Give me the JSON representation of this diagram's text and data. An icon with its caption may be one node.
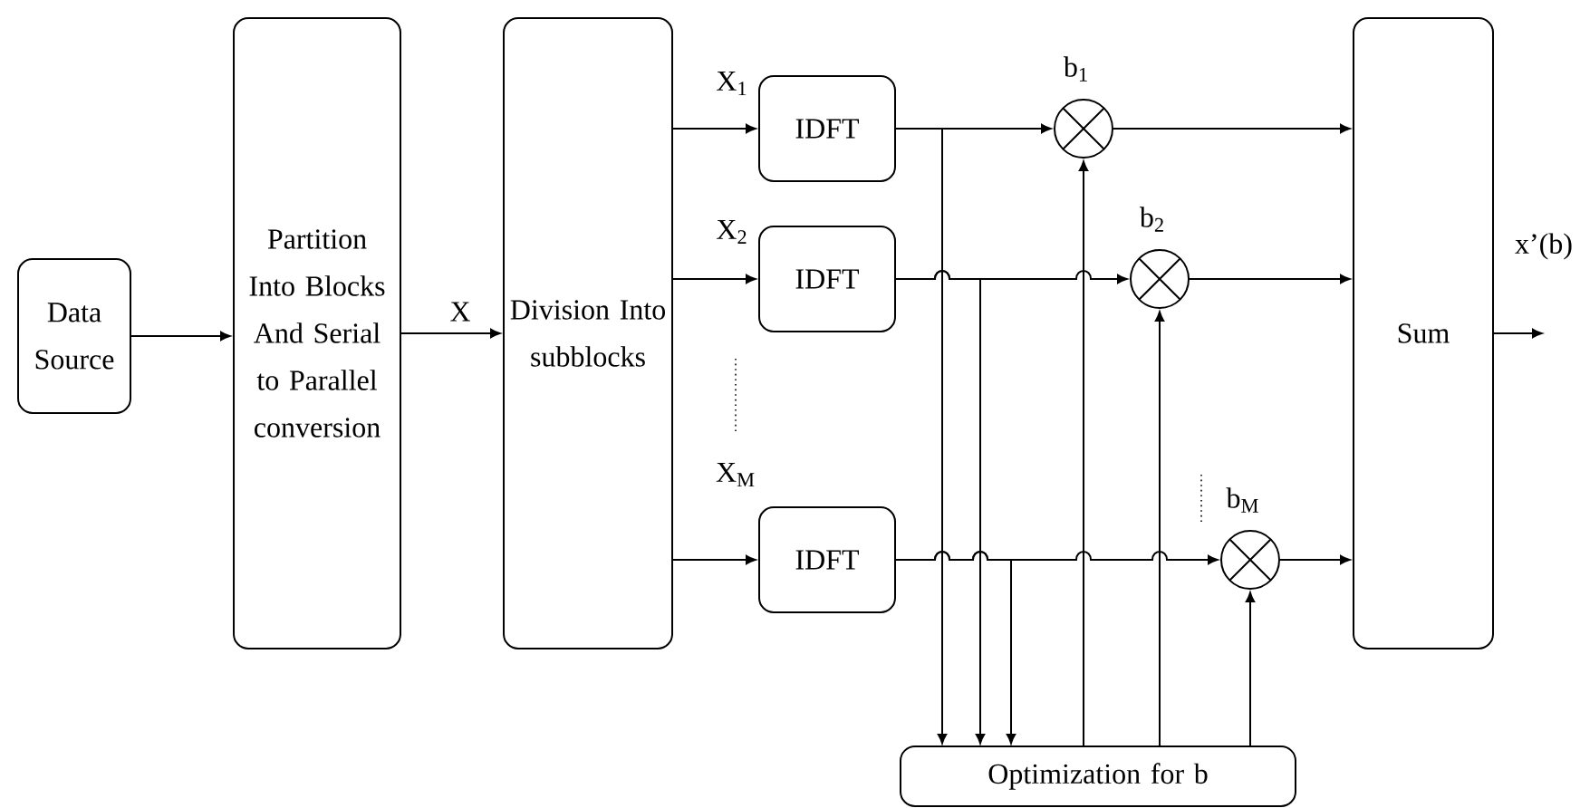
{
  "diagram": {
    "nodes": [
      {
        "text": [
          "Data Source"
        ]
      },
      {
        "text": [
          "Partition Into Blocks And Serial to Parallel conversion"
        ]
      },
      {
        "text": [
          "Division Into subblocks"
        ]
      },
      {
        "text": [
          "IDFT"
        ]
      },
      {
        "text": [
          "IDFT"
        ]
      },
      {
        "text": [
          "IDFT"
        ]
      },
      {
        "text": [],
        "shape": "circle",
        "beside": [
          "b$_{1}$"
        ]
      },
      {
        "text": [],
        "shape": "circle",
        "beside": [
          "b$_{2}$"
        ]
      },
      {
        "text": [],
        "shape": "circle",
        "beside": [
          "b$_{M}$"
        ]
      },
      {
        "text": [
          "Sum"
        ]
      },
      {
        "text": [
          "Optimization for b"
        ]
      }
    ],
    "edges": [
      {
        "from": 0,
        "to": 1,
        "arrow": "to"
      },
      {
        "from": 1,
        "to": 2,
        "arrow": "to",
        "label": "X"
      },
      {
        "from": 2,
        "to": 3,
        "arrow": "to",
        "label": "X$_{1}$"
      },
      {
        "from": 2,
        "to": 4,
        "arrow": "to",
        "label": "X$_{2}$"
      },
      {
        "from": 2,
        "to": 5,
        "arrow": "to",
        "label": "X$_{M}$"
      },
      {
        "from": 3,
        "to": 6,
        "arrow": "to"
      },
      {
        "from": 4,
        "to": 7,
        "arrow": "to"
      },
      {
        "from": 5,
        "to": 8,
        "arrow": "to"
      },
      {
        "from": 6,
        "to": 9,
        "arrow": "to"
      },
      {
        "from": 7,
        "to": 9,
        "arrow": "to"
      },
      {
        "from": 8,
        "to": 9,
        "arrow": "to"
      },
      {
        "from": 9,
        "to": null,
        "arrow": "to",
        "label": "x’(b)"
      },
      {
        "from": 3,
        "to": 10,
        "arrow": "to"
      },
      {
        "from": 4,
        "to": 10,
        "arrow": "to"
      },
      {
        "from": 5,
        "to": 10,
        "arrow": "to"
      },
      {
        "from": 10,
        "to": 6,
        "arrow": "to"
      },
      {
        "from": 10,
        "to": 7,
        "arrow": "to"
      },
      {
        "from": 10,
        "to": 8,
        "arrow": "to"
      }
    ]
  }
}
